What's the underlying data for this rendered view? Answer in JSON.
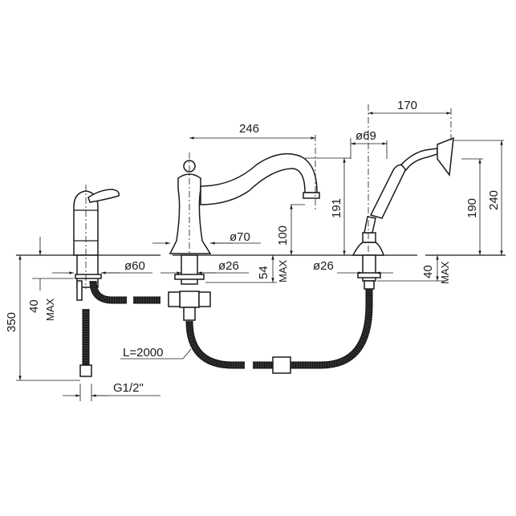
{
  "dimensions": {
    "spout_reach": "246",
    "shower_reach": "170",
    "shower_base_dia": "ø69",
    "spout_height_total": "191",
    "spout_outlet_height": "100",
    "shower_holder_height": "190",
    "shower_total_height": "240",
    "spout_base_dia": "ø70",
    "mixer_base_dia": "ø60",
    "spout_shank_dia": "ø26",
    "shower_shank_dia": "ø26",
    "spout_deck_thickness": "54",
    "spout_deck_max": "MAX",
    "shower_deck_thickness": "40",
    "shower_deck_max": "MAX",
    "mixer_deck_thickness": "40",
    "mixer_deck_max": "MAX",
    "supply_length": "350",
    "hose_length": "L=2000",
    "thread_size": "G1/2\""
  }
}
